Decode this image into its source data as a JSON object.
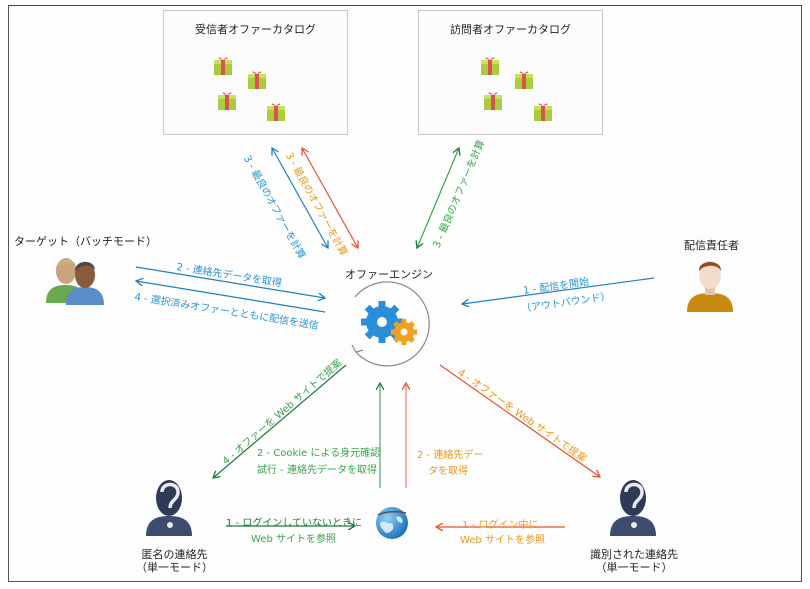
{
  "catalogs": {
    "recipient": {
      "title": "受信者オファーカタログ"
    },
    "visitor": {
      "title": "訪問者オファーカタログ"
    }
  },
  "engine": {
    "label": "オファーエンジン"
  },
  "actors": {
    "target": {
      "label": "ターゲット（バッチモード）"
    },
    "delivery_manager": {
      "label": "配信責任者"
    },
    "anonymous_contact": {
      "line1": "匿名の連絡先",
      "line2": "（単一モード）"
    },
    "identified_contact": {
      "line1": "識別された連絡先",
      "line2": "（単一モード）"
    }
  },
  "flows": {
    "calc_best_blue": "3 - 最良のオファーを計算",
    "calc_best_orange": "3 - 最良のオファーを計算",
    "calc_best_green": "3 - 最良のオファーを計算",
    "get_contact_data": "2 - 連絡先データを取得",
    "send_delivery": "4 - 選択済みオファーとともに配信を送信",
    "start_delivery_1": "1 - 配信を開始",
    "start_delivery_2": "（アウトバウンド）",
    "offer_web_green": "4 - オファーを Web サイトで提案",
    "offer_web_orange": "4 - オファーを Web サイトで提案",
    "cookie_1": "2 - Cookie による身元確認",
    "cookie_2": "試行 - 連絡先データを取得",
    "get_data_orange_1": "2 - 連絡先デー",
    "get_data_orange_2": "タを取得",
    "browse_anon_1": "1 - ログインしていないときに",
    "browse_anon_2": "Web サイトを参照",
    "browse_login_1": "1 - ログイン中に",
    "browse_login_2": "Web サイトを参照"
  },
  "colors": {
    "blue": "#1f7fc4",
    "blue_text": "#2a93d5",
    "orange": "#e8512a",
    "orange_text": "#e89a1c",
    "green": "#1e7a3e",
    "green_text": "#3aa64a",
    "green_light": "#7ab89a",
    "orange_light": "#f0a08a"
  }
}
